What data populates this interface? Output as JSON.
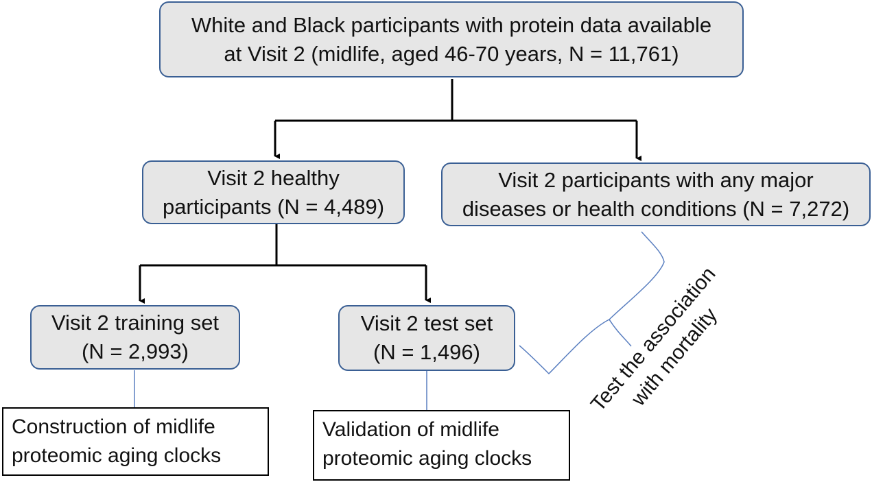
{
  "diagram": {
    "top": {
      "line1": "White and Black participants with protein data available",
      "line2": "at Visit 2 (midlife, aged 46-70 years, N = 11,761)"
    },
    "healthy": {
      "line1": "Visit 2 healthy",
      "line2": "participants (N = 4,489)"
    },
    "diseased": {
      "line1": "Visit 2 participants with any major",
      "line2": "diseases or health conditions (N = 7,272)"
    },
    "training": {
      "line1": "Visit 2 training set",
      "line2": "(N = 2,993)"
    },
    "test": {
      "line1": "Visit 2 test set",
      "line2": "(N = 1,496)"
    },
    "construction": {
      "line1": "Construction of midlife",
      "line2": "proteomic aging clocks"
    },
    "validation": {
      "line1": "Validation of midlife",
      "line2": "proteomic aging clocks"
    },
    "mortality": {
      "line1": "Test the association",
      "line2": "with mortality"
    }
  },
  "colors": {
    "box_fill": "#e6e6e6",
    "box_border": "#3a5f94",
    "arrow": "#000000",
    "brace": "#5a7fc0"
  }
}
